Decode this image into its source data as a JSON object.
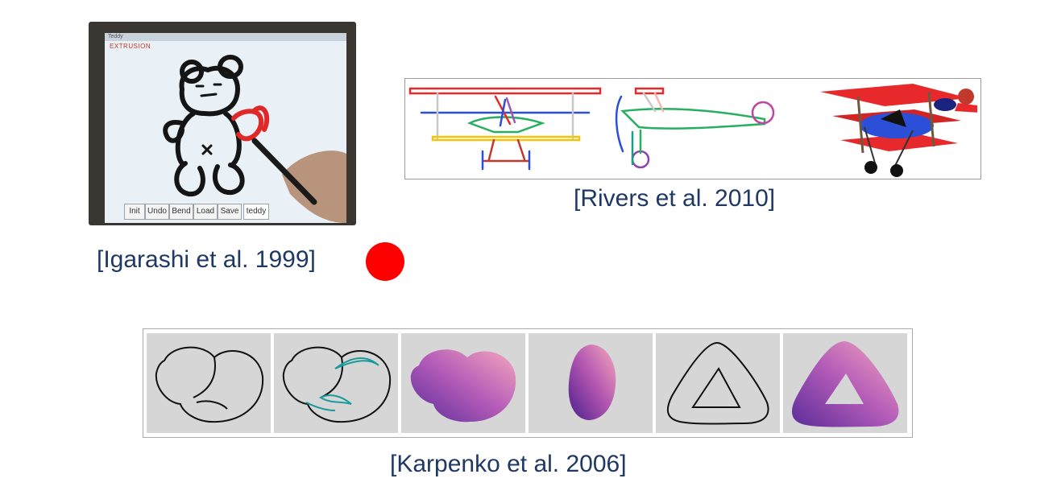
{
  "captions": {
    "igarashi": "[Igarashi et al. 1999]",
    "rivers": "[Rivers et al. 2010]",
    "karpenko": "[Karpenko et al. 2006]"
  },
  "teddy_app": {
    "window_title": "Teddy",
    "mode_label": "EXTRUSION",
    "buttons": [
      "Init",
      "Undo",
      "Bend",
      "Load",
      "Save",
      "teddy"
    ]
  },
  "colors": {
    "caption": "#1f3864",
    "marker_dot": "#ff0000",
    "plane_red": "#e8292b",
    "plane_blue": "#2b4fd6",
    "blob_purple": "#9b4fc2",
    "blob_pink": "#f08bb2"
  }
}
